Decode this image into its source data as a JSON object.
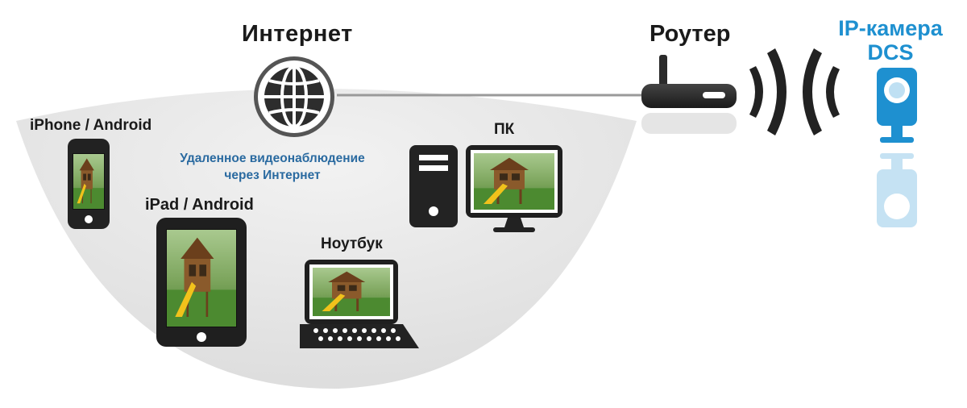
{
  "labels": {
    "internet": "Интернет",
    "router": "Роутер",
    "camera_line1": "IP-камера",
    "camera_line2": "DCS",
    "remote_line1": "Удаленное видеонаблюдение",
    "remote_line2": "через Интернет",
    "phone": "iPhone / Android",
    "ipad": "iPad / Android",
    "notebook": "Ноутбук",
    "pc": "ПК"
  },
  "colors": {
    "accent_blue": "#1e90d0",
    "caption_blue": "#2a6aa0",
    "device_dark": "#2b2b2b",
    "background_arc": "#e6e6e6"
  },
  "icons": [
    "globe-icon",
    "router-icon",
    "wifi-waves-icon",
    "ip-camera-icon",
    "smartphone-icon",
    "tablet-icon",
    "laptop-icon",
    "desktop-tower-icon",
    "monitor-icon"
  ]
}
